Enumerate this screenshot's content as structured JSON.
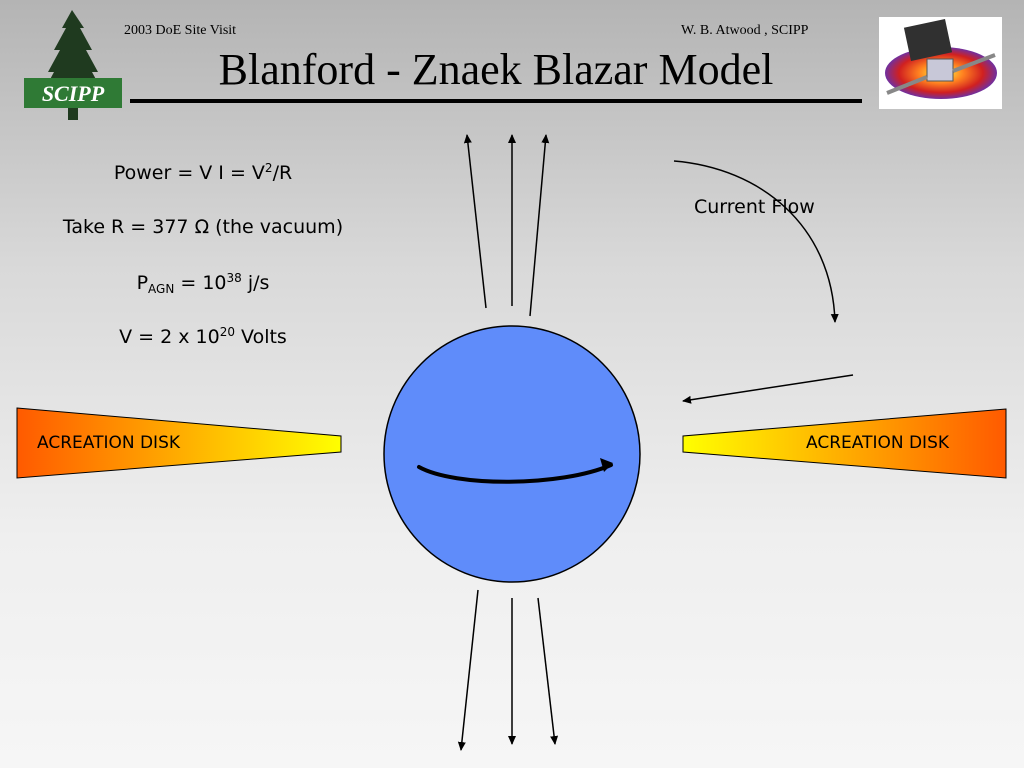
{
  "header": {
    "left_text": "2003 DoE Site Visit",
    "right_text": "W. B. Atwood , SCIPP",
    "title": "Blanford - Znaek Blazar Model"
  },
  "logos": {
    "left": {
      "icon": "scipp-tree-logo",
      "text": "SCIPP"
    },
    "right": {
      "icon": "satellite-logo"
    }
  },
  "equations": {
    "power": {
      "lhs": "Power = V I = V",
      "sup": "2",
      "rhs": "/R"
    },
    "resistance": {
      "lhs": "Take R = 377 ",
      "omega": "Ω",
      "rhs": " (the vacuum)"
    },
    "pagn": {
      "p": "P",
      "sub": "AGN",
      "mid": " = 10",
      "sup": "38",
      "rhs": " j/s"
    },
    "voltage": {
      "lhs": "V = 2 x 10",
      "sup": "20",
      "rhs": " Volts"
    }
  },
  "diagram": {
    "disk_left_label": "ACREATION DISK",
    "disk_right_label": "ACREATION DISK",
    "current_flow_label": "Current Flow"
  },
  "colors": {
    "sphere": "#5f8cfa",
    "disk_outer": "#ff5a00",
    "disk_inner": "#ffff00"
  }
}
